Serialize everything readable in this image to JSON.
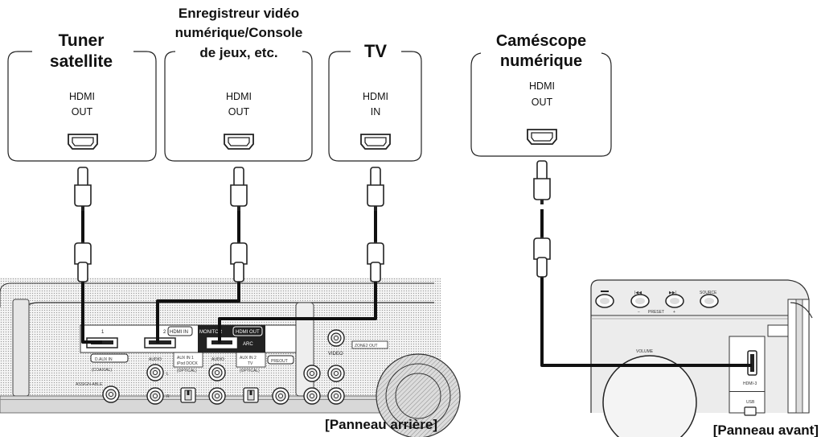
{
  "devices": [
    {
      "title": [
        "Tuner",
        "satellite"
      ],
      "port_line1": "HDMI",
      "port_line2": "OUT"
    },
    {
      "title": [
        "Enregistreur vidéo",
        "numérique/Console",
        "de jeux, etc."
      ],
      "port_line1": "HDMI",
      "port_line2": "OUT"
    },
    {
      "title": [
        "TV"
      ],
      "port_line1": "HDMI",
      "port_line2": "IN"
    },
    {
      "title": [
        "Caméscope",
        "numérique"
      ],
      "port_line1": "HDMI",
      "port_line2": "OUT"
    }
  ],
  "rear_panel": {
    "caption": "[Panneau arrière]",
    "labels": {
      "input_1": "1",
      "input_2": "2",
      "hdmi_in": "HDMI IN",
      "monitor": "MONITOR",
      "hdmi_out": "HDMI OUT",
      "arc": "ARC",
      "zone2_out": "ZONE2 OUT",
      "d_aux_in": "D.AUX IN",
      "coaxial": "(COAXIAL)",
      "audio_1": "AUDIO",
      "aux_in1": "AUX IN 1",
      "ipod_dock": "iPod DOCK",
      "optical_1": "(OPTICAL)",
      "audio_2": "AUDIO",
      "aux_in2": "AUX IN 2",
      "tv": "TV",
      "optical_2": "(OPTICAL)",
      "preout": "PREOUT",
      "video": "VIDEO",
      "assignable": "ASSIGN-ABLE",
      "l": "L",
      "r": "R"
    }
  },
  "front_panel": {
    "caption": "[Panneau avant]",
    "labels": {
      "preset": "PRESET",
      "minus": "−",
      "plus": "+",
      "source": "SOURCE",
      "volume": "VOLUME",
      "hdmi3": "HDMI-3",
      "usb": "USB"
    }
  }
}
